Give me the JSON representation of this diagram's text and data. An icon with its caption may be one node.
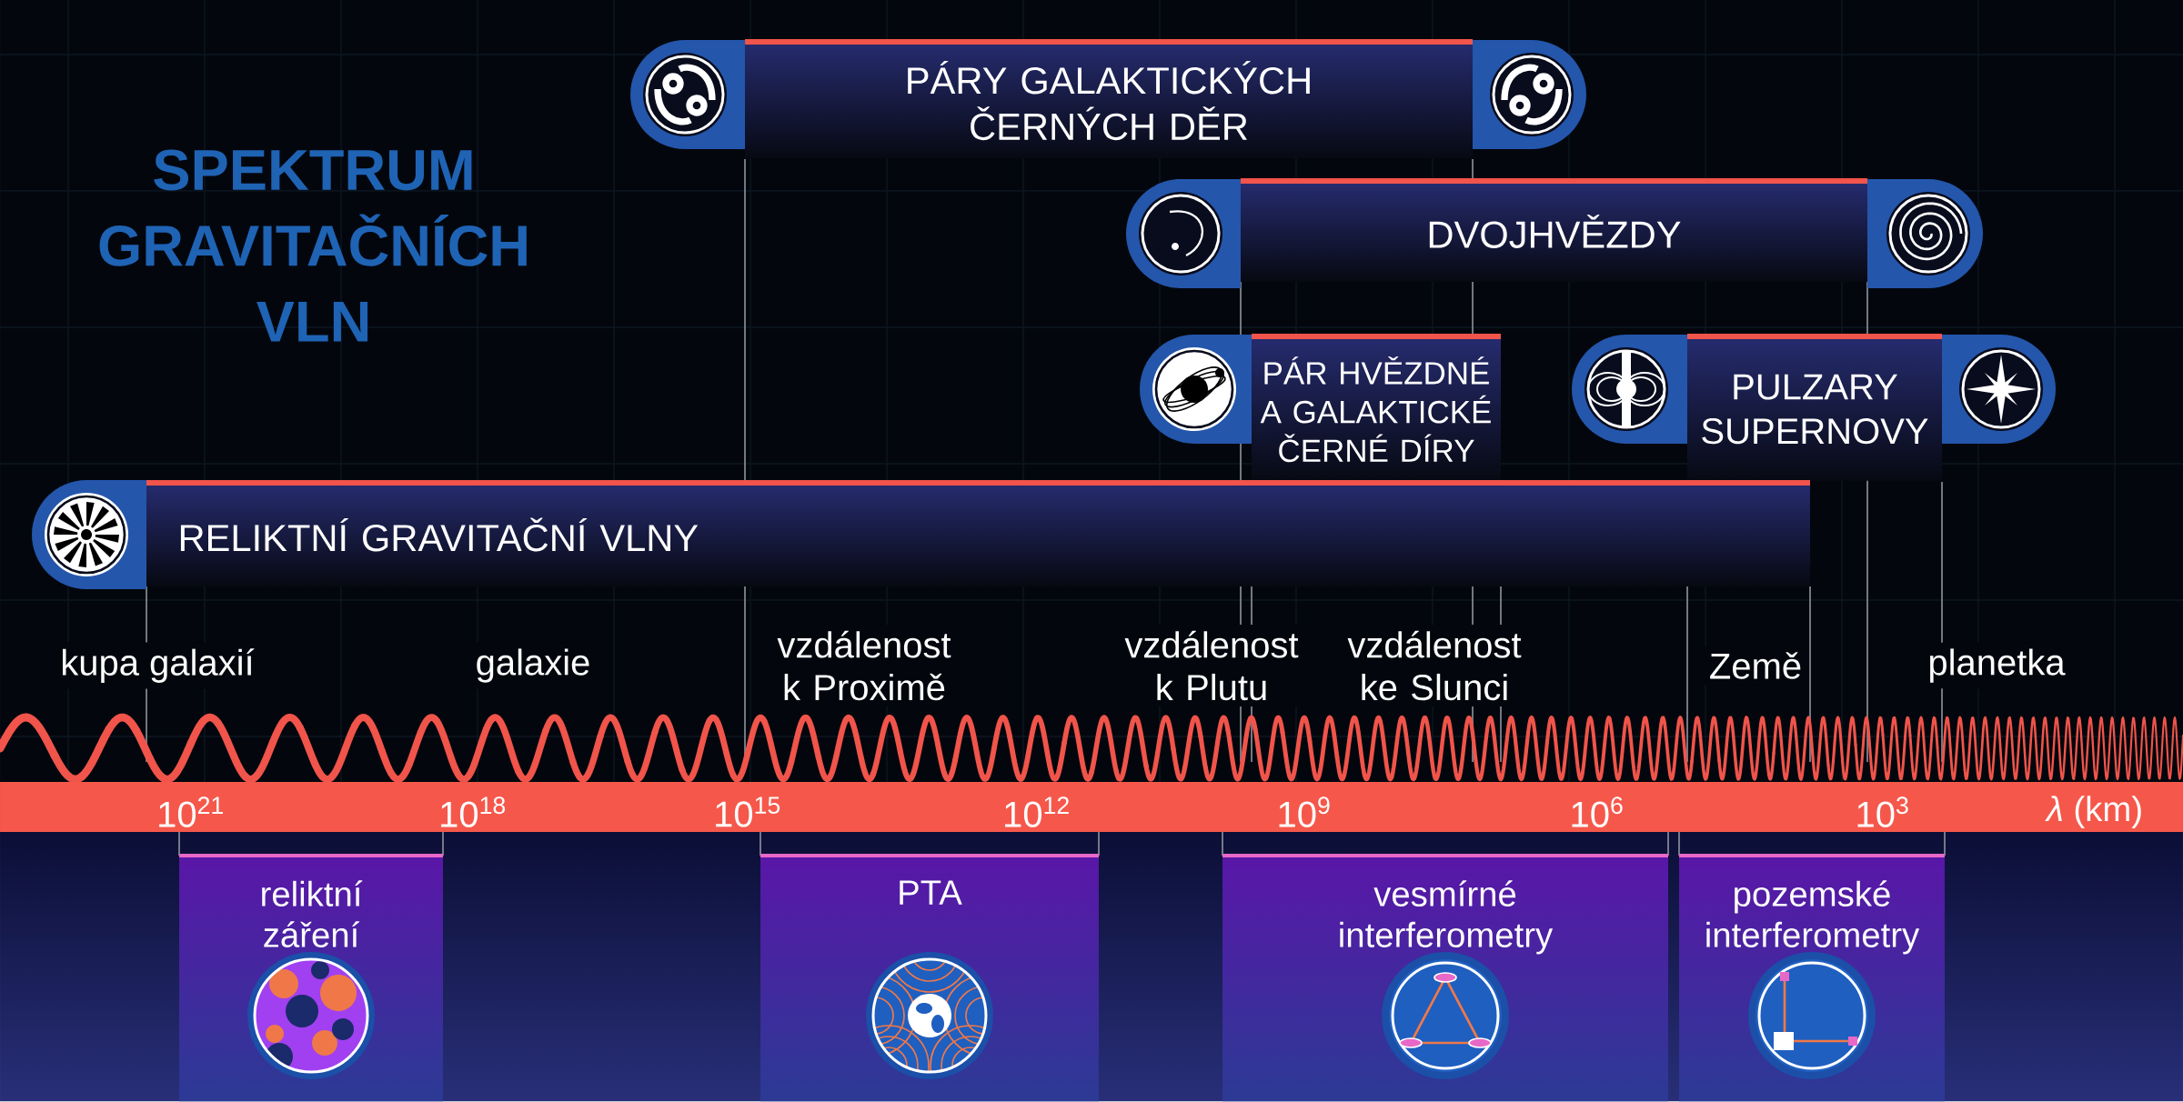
{
  "diagram": {
    "title": "SPEKTRUM GRAVITAČNÍCH VLN",
    "nodes": [
      {
        "text": [
          "PÁRY GALAKTICKÝCH ČERNÝCH DĚR"
        ]
      },
      {
        "text": [
          "DVOJHVĚZDY"
        ]
      },
      {
        "text": [
          "PÁR HVĚZDNÉ A GALAKTICKÉ ČERNÉ DÍRY"
        ]
      },
      {
        "text": [
          "PULZARY SUPERNOVY"
        ]
      },
      {
        "text": [
          "RELIKTNÍ GRAVITAČNÍ VLNY"
        ]
      },
      {
        "text": [
          "reliktní záření"
        ]
      },
      {
        "text": [
          "PTA"
        ]
      },
      {
        "text": [
          "vesmírné interferometry"
        ]
      },
      {
        "text": [
          "pozemské interferometry"
        ]
      }
    ],
    "labels": [
      "kupa galaxií",
      "galaxie",
      "vzdálenost k Proximě",
      "vzdálenost k Plutu",
      "vzdálenost ke Slunci",
      "Země",
      "planetka",
      "10$^{21}$",
      "10$^{18}$",
      "10$^{15}$",
      "10$^{12}$",
      "10$^{9}$",
      "10$^{6}$",
      "10$^{3}$",
      "*λ* (km)"
    ]
  }
}
